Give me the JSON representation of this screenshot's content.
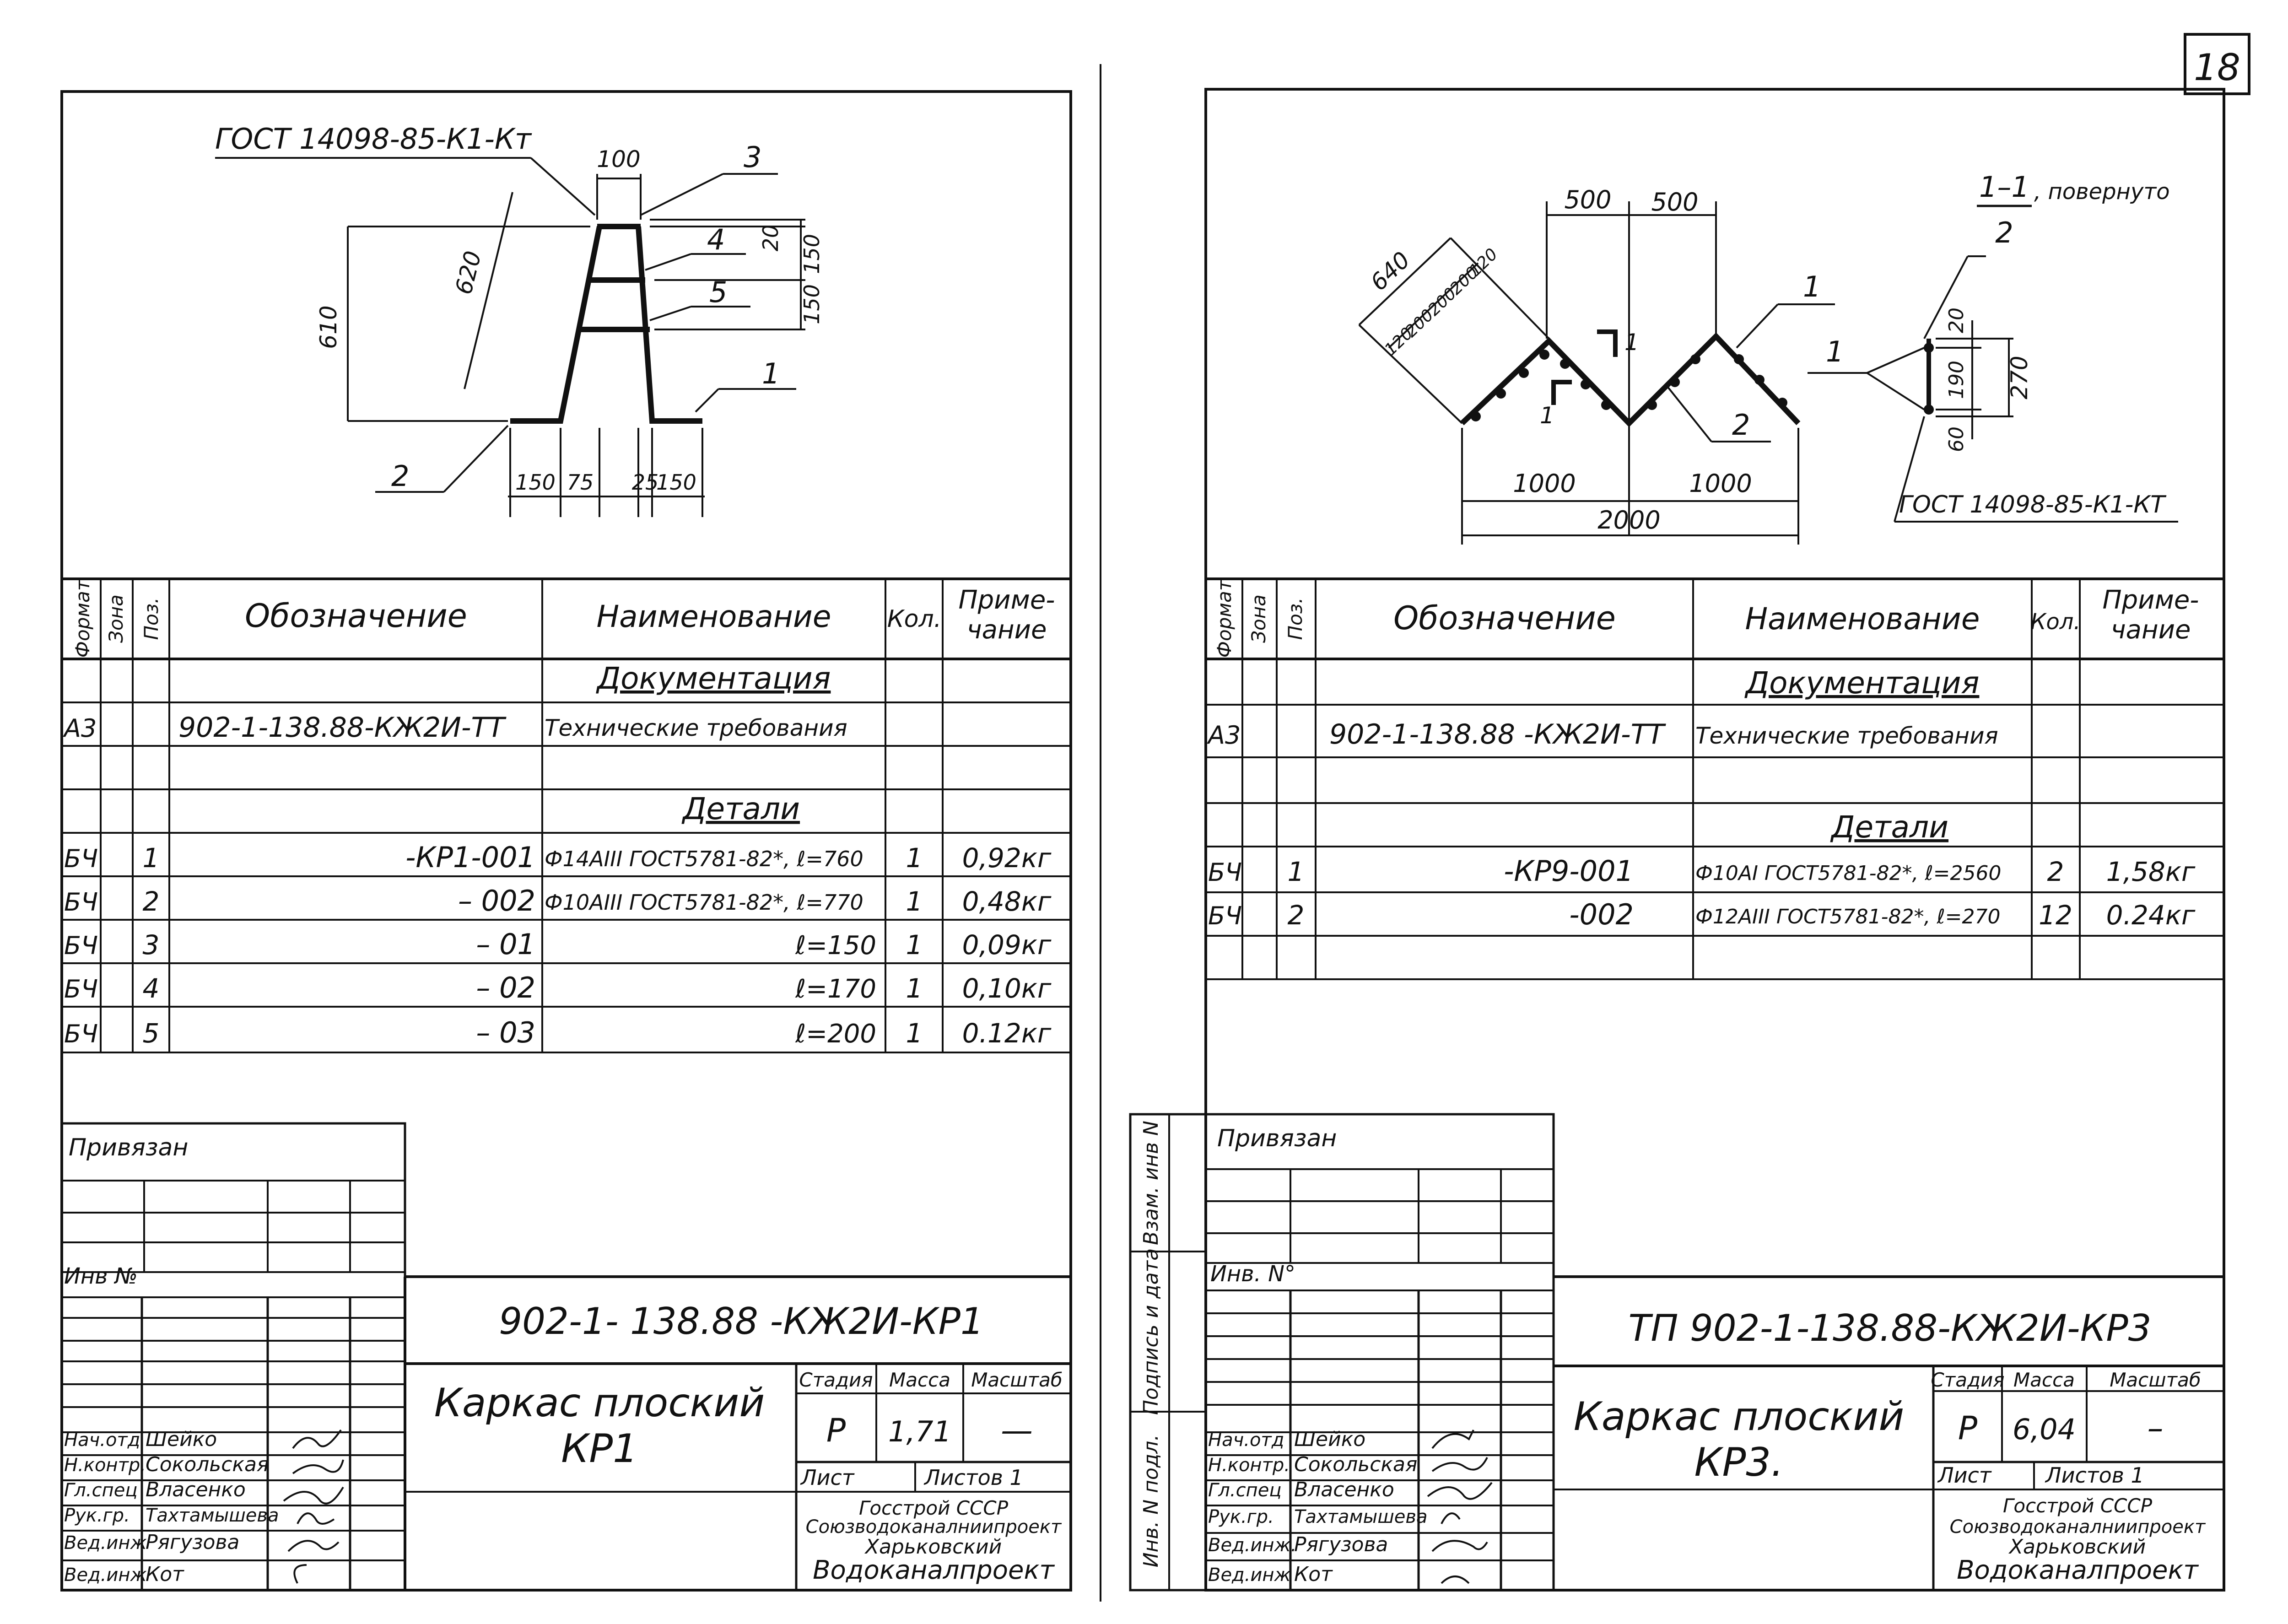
{
  "page_number": "18",
  "left": {
    "drawing": {
      "gost_label": "ГОСТ 14098-85-К1-Кт",
      "dims": {
        "top_width": "100",
        "height": "610",
        "slant": "620",
        "gap1": "20",
        "gap2": "150",
        "gap3": "150",
        "b1": "150",
        "b2": "75",
        "b3": "25",
        "b4": "150"
      },
      "pos_labels": [
        "1",
        "2",
        "3",
        "4",
        "5"
      ]
    },
    "spec": {
      "headers": {
        "format": "Формат",
        "zone": "Зона",
        "pos": "Поз.",
        "designation": "Обозначение",
        "name": "Наименование",
        "qty": "Кол.",
        "note1": "Приме-",
        "note2": "чание"
      },
      "section_docs": "Документация",
      "section_parts": "Детали",
      "rows": [
        {
          "format": "А3",
          "pos": "",
          "designation": "902-1-138.88-КЖ2И-ТТ",
          "name": "Технические требования",
          "qty": "",
          "note": ""
        },
        {
          "format": "БЧ",
          "pos": "1",
          "designation": "-КР1-001",
          "name": "Ф14АIII ГОСТ5781-82*, ℓ=760",
          "qty": "1",
          "note": "0,92кг"
        },
        {
          "format": "БЧ",
          "pos": "2",
          "designation": "– 002",
          "name": "Ф10АIII ГОСТ5781-82*, ℓ=770",
          "qty": "1",
          "note": "0,48кг"
        },
        {
          "format": "БЧ",
          "pos": "3",
          "designation": "– 01",
          "name": "ℓ=150",
          "qty": "1",
          "note": "0,09кг"
        },
        {
          "format": "БЧ",
          "pos": "4",
          "designation": "– 02",
          "name": "ℓ=170",
          "qty": "1",
          "note": "0,10кг"
        },
        {
          "format": "БЧ",
          "pos": "5",
          "designation": "– 03",
          "name": "ℓ=200",
          "qty": "1",
          "note": "0.12кг"
        }
      ]
    },
    "title_block": {
      "bound": "Привязан",
      "inv": "Инв №",
      "code": "902-1- 138.88 -КЖ2И-КР1",
      "title_line1": "Каркас плоский",
      "title_line2": "КР1",
      "stage_h": "Стадия",
      "mass_h": "Масса",
      "scale_h": "Масштаб",
      "stage": "Р",
      "mass": "1,71",
      "scale": "—",
      "sheet": "Лист",
      "sheets": "Листов 1",
      "org1": "Госстрой СССР",
      "org2": "Союзводоканалниипроект",
      "org3": "Харьковский",
      "org4": "Водоканалпроект",
      "staff": [
        {
          "role": "Нач.отд",
          "name": "Шейко"
        },
        {
          "role": "Н.контр.",
          "name": "Сокольская"
        },
        {
          "role": "Гл.спец",
          "name": "Власенко"
        },
        {
          "role": "Рук.гр.",
          "name": "Тахтамышева"
        },
        {
          "role": "Вед.инж",
          "name": "Рягузова"
        },
        {
          "role": "Вед.инж",
          "name": "Кот"
        }
      ]
    }
  },
  "right": {
    "drawing": {
      "section_label": "1–1",
      "section_note": ", повернуто",
      "section_num": "2",
      "gost_label": "ГОСТ 14098-85-К1-КТ",
      "dims": {
        "d500a": "500",
        "d500b": "500",
        "d640": "640",
        "d120a": "120",
        "d200a": "200",
        "d200b": "200",
        "d200c": "200",
        "d120b": "120",
        "d1000a": "1000",
        "d1000b": "1000",
        "d2000": "2000",
        "s20": "20",
        "s190": "190",
        "s60": "60",
        "s270": "270"
      },
      "pos_labels": [
        "1",
        "2",
        "1",
        "1",
        "1"
      ]
    },
    "spec": {
      "headers": {
        "format": "Формат",
        "zone": "Зона",
        "pos": "Поз.",
        "designation": "Обозначение",
        "name": "Наименование",
        "qty": "Кол.",
        "note1": "Приме-",
        "note2": "чание"
      },
      "section_docs": "Документация",
      "section_parts": "Детали",
      "rows": [
        {
          "format": "А3",
          "pos": "",
          "designation": "902-1-138.88 -КЖ2И-ТТ",
          "name": "Технические требования",
          "qty": "",
          "note": ""
        },
        {
          "format": "БЧ",
          "pos": "1",
          "designation": "-КР9-001",
          "name": "Ф10АI ГОСТ5781-82*, ℓ=2560",
          "qty": "2",
          "note": "1,58кг"
        },
        {
          "format": "БЧ",
          "pos": "2",
          "designation": "-002",
          "name": "Ф12АIII ГОСТ5781-82*, ℓ=270",
          "qty": "12",
          "note": "0.24кг"
        }
      ]
    },
    "side_stamp": {
      "s1": "Взам. инв N",
      "s2": "Подпись и дата",
      "s3": "Инв. N подл."
    },
    "title_block": {
      "bound": "Привязан",
      "inv": "Инв. N°",
      "code": "ТП 902-1-138.88-КЖ2И-КР3",
      "title_line1": "Каркас плоский",
      "title_line2": "КР3.",
      "stage_h": "Стадия",
      "mass_h": "Масса",
      "scale_h": "Масштаб",
      "stage": "Р",
      "mass": "6,04",
      "scale": "–",
      "sheet": "Лист",
      "sheets": "Листов 1",
      "org1": "Госстрой СССР",
      "org2": "Союзводоканалниипроект",
      "org3": "Харьковский",
      "org4": "Водоканалпроект",
      "staff": [
        {
          "role": "Нач.отд",
          "name": "Шейко"
        },
        {
          "role": "Н.контр.",
          "name": "Сокольская"
        },
        {
          "role": "Гл.спец",
          "name": "Власенко"
        },
        {
          "role": "Рук.гр.",
          "name": "Тахтамышева"
        },
        {
          "role": "Вед.инж.",
          "name": "Рягузова"
        },
        {
          "role": "Вед.инж",
          "name": "Кот"
        }
      ]
    }
  }
}
